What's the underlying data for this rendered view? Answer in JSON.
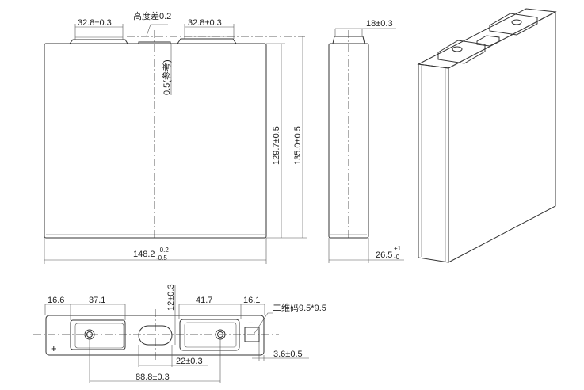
{
  "front_view": {
    "terminal_left_width": "32.8±0.3",
    "terminal_right_width": "32.8±0.3",
    "height_difference": "高度差0.2",
    "reference": "0.5(参考)",
    "body_height": "129.7±0.5",
    "total_height": "135.0±0.5",
    "width_base": "148.2",
    "width_tol_plus": "+0.2",
    "width_tol_minus": "-0.5"
  },
  "side_view": {
    "terminal_width": "18±0.3",
    "thickness_base": "26.5",
    "thickness_tol_plus": "+1",
    "thickness_tol_minus": "-0"
  },
  "top_view": {
    "left_margin": "16.6",
    "left_terminal": "37.1",
    "vent_height": "12±0.3",
    "right_terminal": "41.7",
    "right_margin": "16.1",
    "qr_code": "二维码9.5*9.5",
    "qr_offset": "3.6±0.5",
    "vent_width": "22±0.3",
    "terminal_pitch": "88.8±0.3",
    "positive_mark": "+",
    "negative_mark": "−"
  }
}
